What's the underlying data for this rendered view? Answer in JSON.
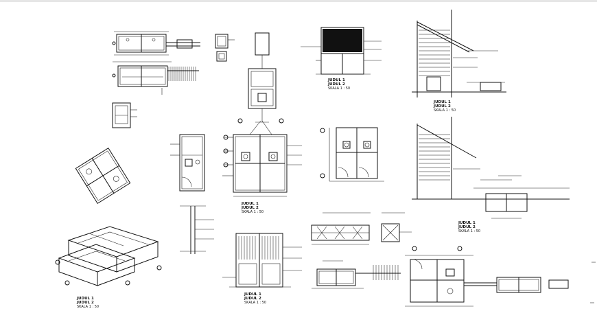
{
  "drawing": {
    "views": [
      {
        "id": "floor-plan-center",
        "caption_lines": [
          "JUDUL 1",
          "JUDUL 2"
        ],
        "scale": "SKALA  1 : 50"
      },
      {
        "id": "elevation-top",
        "caption_lines": [
          "JUDUL 1",
          "JUDUL 2"
        ],
        "scale": "SKALA  1 : 50"
      },
      {
        "id": "section-top-right",
        "caption_lines": [
          "JUDUL 1",
          "JUDUL 2"
        ],
        "scale": "SKALA  1 : 50"
      },
      {
        "id": "section-mid-right",
        "caption_lines": [
          "JUDUL 1",
          "JUDUL 2"
        ],
        "scale": "SKALA  1 : 50"
      },
      {
        "id": "elevation-bottom",
        "caption_lines": [
          "JUDUL 1",
          "JUDUL 2"
        ],
        "scale": "SKALA  1 : 50"
      },
      {
        "id": "isometric",
        "caption_lines": [
          "JUDUL 1",
          "JUDUL 2"
        ],
        "scale": "SKALA  1 : 50"
      }
    ]
  }
}
